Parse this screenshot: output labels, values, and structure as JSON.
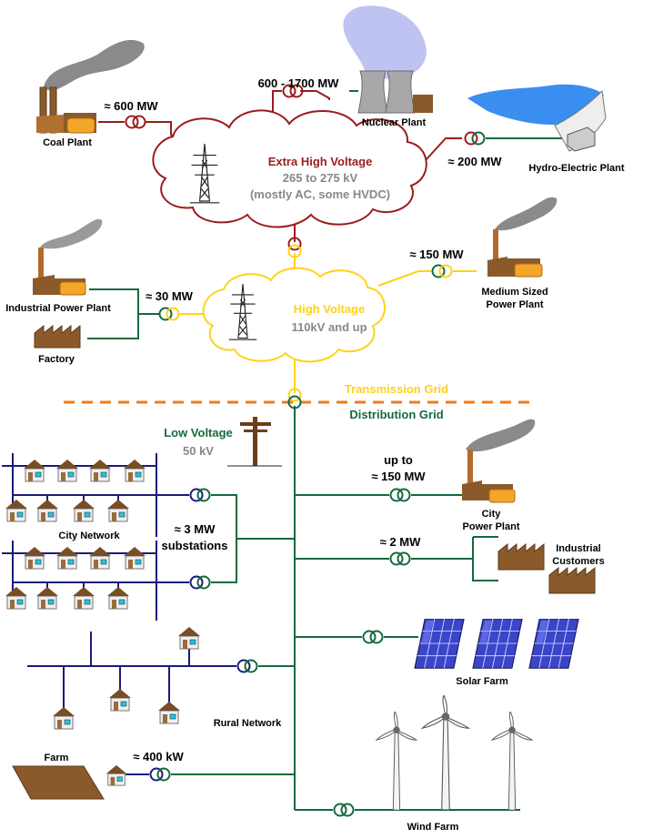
{
  "colors": {
    "extra_high": "#9b1c1c",
    "high": "#ffd21a",
    "distribution": "#146a3e",
    "low": "#1a1a7a",
    "building": "#8b5a2b",
    "label_gray": "#888888"
  },
  "clouds": {
    "extra_high": {
      "title": "Extra High Voltage",
      "line1": "265 to 275 kV",
      "line2": "(mostly AC, some HVDC)"
    },
    "high": {
      "title": "High Voltage",
      "line1": "110kV and up"
    }
  },
  "low_voltage": {
    "title": "Low Voltage",
    "line1": "50 kV"
  },
  "grid_labels": {
    "transmission": "Transmission Grid",
    "distribution": "Distribution Grid"
  },
  "plants": {
    "coal": {
      "name": "Coal Plant",
      "power": "≈ 600  MW"
    },
    "nuclear": {
      "name": "Nuclear Plant",
      "power": "600 - 1700  MW"
    },
    "hydro": {
      "name": "Hydro-Electric Plant",
      "power": "≈ 200  MW"
    },
    "industrial": {
      "name": "Industrial Power Plant",
      "power": "≈ 30 MW"
    },
    "factory": {
      "name": "Factory"
    },
    "medium": {
      "name_line1": "Medium Sized",
      "name_line2": "Power Plant",
      "power": "≈ 150  MW"
    },
    "city_plant": {
      "name_line1": "City",
      "name_line2": "Power Plant",
      "power_line1": "up to",
      "power_line2": "≈ 150  MW"
    },
    "industrial_customers": {
      "name_line1": "Industrial",
      "name_line2": "Customers",
      "power": "≈ 2  MW"
    },
    "solar": {
      "name": "Solar Farm"
    },
    "wind": {
      "name": "Wind Farm"
    },
    "farm": {
      "name": "Farm",
      "power": "≈ 400 kW"
    }
  },
  "networks": {
    "city": {
      "name": "City Network",
      "power_line1": "≈ 3  MW",
      "power_line2": "substations"
    },
    "rural": {
      "name": "Rural Network"
    }
  },
  "icons": [
    "transformer-icon",
    "transmission-tower-icon",
    "utility-pole-icon",
    "house-icon",
    "solar-panel-icon",
    "wind-turbine-icon",
    "smoke-plume-icon"
  ]
}
